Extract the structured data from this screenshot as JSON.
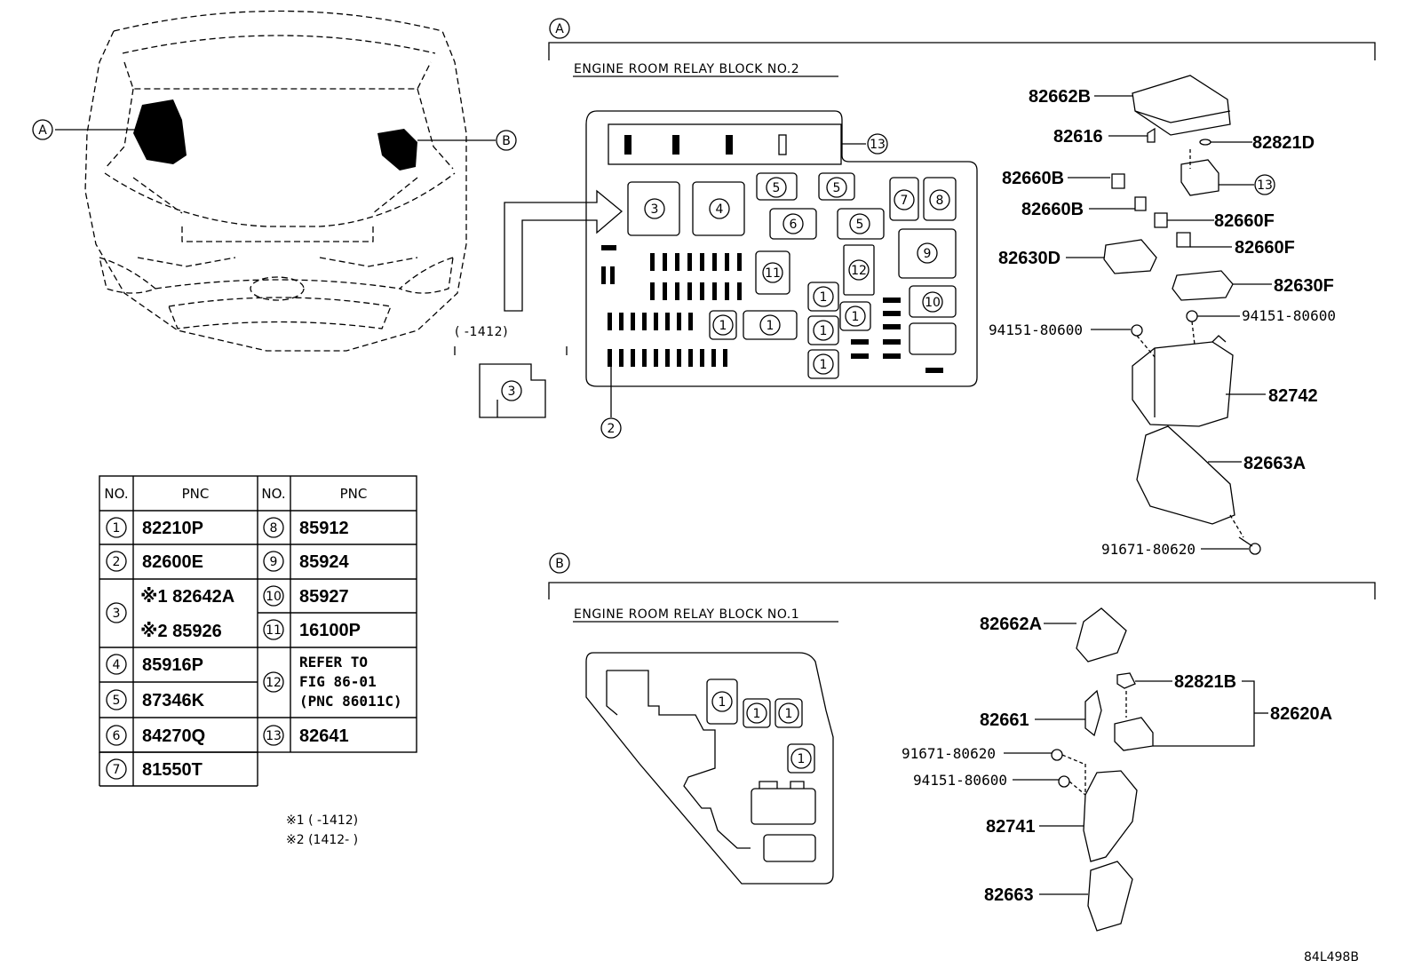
{
  "callouts": {
    "a": "A",
    "b": "B"
  },
  "section_a": {
    "title": "ENGINE ROOM RELAY BLOCK NO.2",
    "date_range": "(      -1412)",
    "box_numbers": [
      "1",
      "2",
      "3",
      "4",
      "5",
      "6",
      "7",
      "8",
      "9",
      "10",
      "11",
      "12",
      "13"
    ],
    "parts": {
      "p82662B": "82662B",
      "p82616": "82616",
      "p82821D": "82821D",
      "p82660B_1": "82660B",
      "p82660B_2": "82660B",
      "p82660F_1": "82660F",
      "p82660F_2": "82660F",
      "p82630D": "82630D",
      "p82630F": "82630F",
      "p94151_left": "94151-80600",
      "p94151_right": "94151-80600",
      "p82742": "82742",
      "p82663A": "82663A",
      "p91671": "91671-80620",
      "callout13": "13"
    }
  },
  "section_b": {
    "title": "ENGINE ROOM RELAY BLOCK NO.1",
    "parts": {
      "p82662A": "82662A",
      "p82821B": "82821B",
      "p82620A": "82620A",
      "p82661": "82661",
      "p91671": "91671-80620",
      "p94151": "94151-80600",
      "p82741": "82741",
      "p82663": "82663"
    }
  },
  "table": {
    "headers": [
      "NO.",
      "PNC",
      "NO.",
      "PNC"
    ],
    "left_rows": [
      {
        "no": "1",
        "pnc": "82210P"
      },
      {
        "no": "2",
        "pnc": "82600E"
      },
      {
        "no": "3",
        "pnc": "※1 82642A",
        "pnc2": "※2 85926"
      },
      {
        "no": "4",
        "pnc": "85916P"
      },
      {
        "no": "5",
        "pnc": "87346K"
      },
      {
        "no": "6",
        "pnc": "84270Q"
      },
      {
        "no": "7",
        "pnc": "81550T"
      }
    ],
    "right_rows": [
      {
        "no": "8",
        "pnc": "85912"
      },
      {
        "no": "9",
        "pnc": "85924"
      },
      {
        "no": "10",
        "pnc": "85927"
      },
      {
        "no": "11",
        "pnc": "16100P"
      },
      {
        "no": "12",
        "pnc": "REFER TO",
        "pnc2": "FIG 86-01",
        "pnc3": "(PNC 86011C)"
      },
      {
        "no": "13",
        "pnc": "82641"
      }
    ]
  },
  "notes": {
    "n1": "※1 (      -1412)",
    "n2": "※2 (1412-      )"
  },
  "figure_id": "84L498B"
}
